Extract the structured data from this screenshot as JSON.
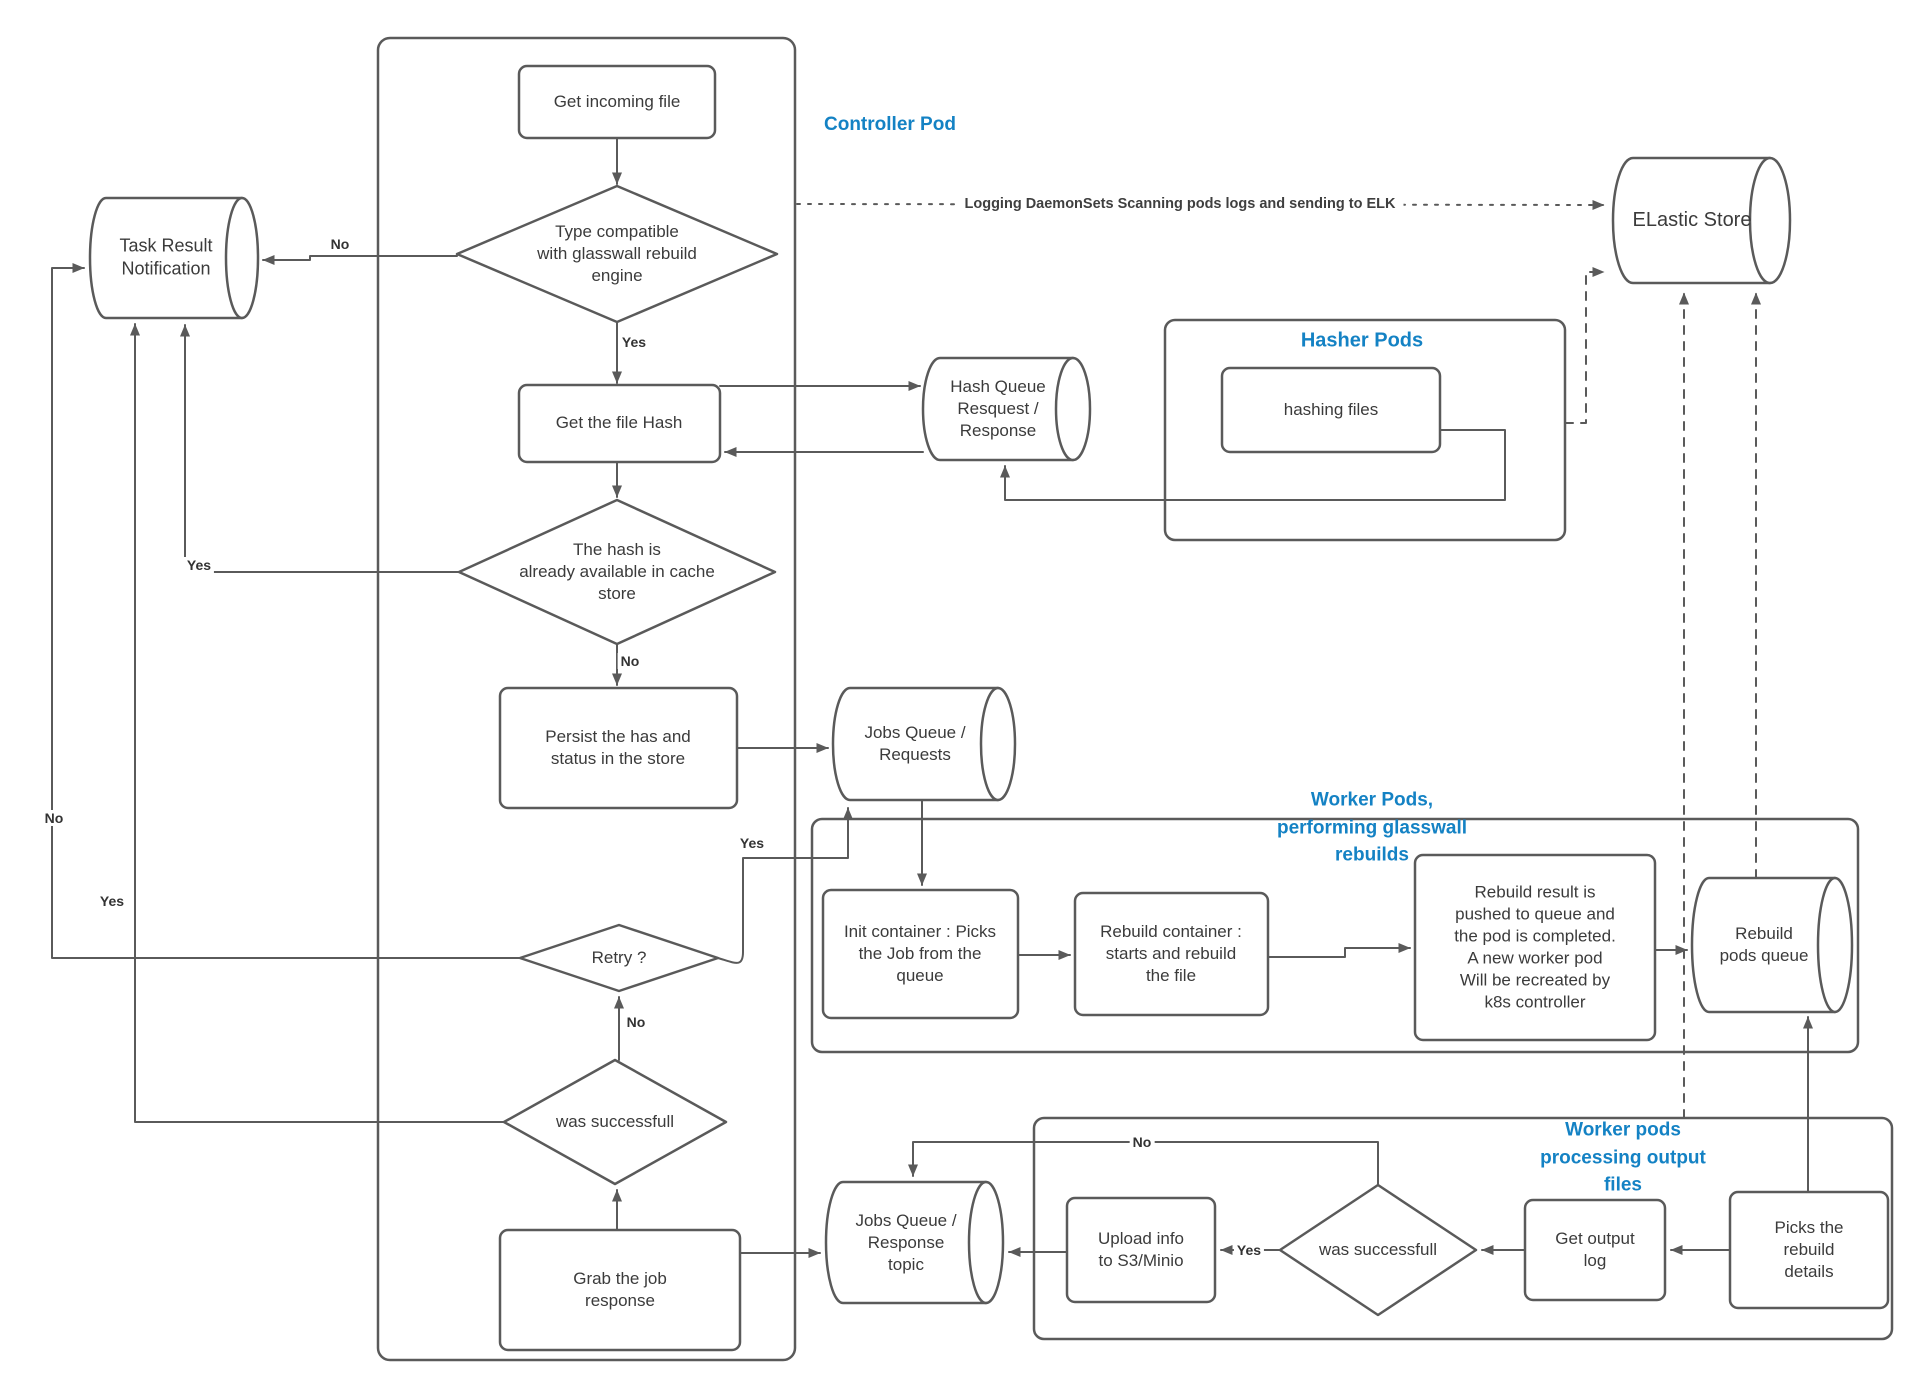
{
  "diagram": {
    "title_note": "Logging DaemonSets Scanning pods logs and sending to ELK",
    "colors": {
      "accent_blue": "#1482c4",
      "stroke_gray": "#5a5a5a",
      "text": "#3b3b3b",
      "background": "#ffffff"
    },
    "containers": {
      "controller": "Controller Pod",
      "hasher": "Hasher Pods",
      "worker_rebuild": "Worker Pods,\nperforming glasswall\nrebuilds",
      "worker_output": "Worker pods\nprocessing output\nfiles"
    },
    "nodes": {
      "task_result": "Task Result\nNotification",
      "get_incoming": "Get incoming file",
      "type_compatible": "Type compatible\nwith glasswall rebuild\nengine",
      "get_file_hash": "Get the file Hash",
      "hash_queue": "Hash Queue\nResquest /\nResponse",
      "hashing_files": "hashing files",
      "elastic_store": "ELastic Store",
      "cache_check": "The hash is\nalready available in cache\nstore",
      "persist": "Persist the has and\nstatus in the store",
      "jobs_queue_requests": "Jobs Queue /\nRequests",
      "retry": "Retry ?",
      "was_successfull_ctrl": "was successfull",
      "grab_job": "Grab the job\nresponse",
      "jobs_queue_response": "Jobs Queue /\nResponse\ntopic",
      "init_container": "Init container : Picks\nthe Job from the\nqueue",
      "rebuild_container": "Rebuild container :\nstarts and rebuild\nthe file",
      "rebuild_result": "Rebuild result is\npushed to queue and\nthe pod is completed.\nA new worker pod\nWill be recreated by\nk8s controller",
      "rebuild_pods_queue": "Rebuild\npods queue",
      "picks_details": "Picks the\nrebuild\ndetails",
      "get_output_log": "Get output\nlog",
      "was_successfull_out": "was successfull",
      "upload_s3": "Upload info\nto S3/Minio"
    },
    "edge_labels": {
      "yes": "Yes",
      "no": "No"
    }
  }
}
